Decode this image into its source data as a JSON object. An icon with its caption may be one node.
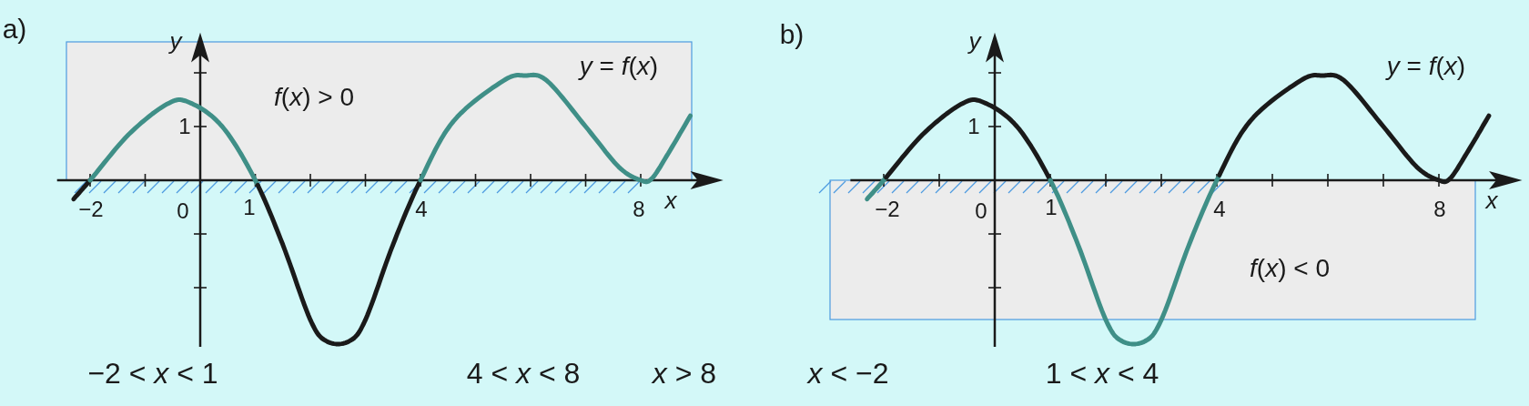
{
  "diagram": {
    "labels": [
      "a)",
      "*y*",
      "*y* = *f*(*x*)",
      "*f*(*x*) > 0",
      "1",
      "−2",
      "0",
      "1",
      "4",
      "8",
      "*x*",
      "b)",
      "*y*",
      "*y* = *f*(*x*)",
      "1",
      "−2",
      "0",
      "1",
      "4",
      "8",
      "*x*",
      "*f*(*x*) < 0",
      "−2 < *x* < 1",
      "4 < *x* < 8",
      "*x* > 8",
      "*x* < −2",
      "1 < *x* < 4"
    ]
  }
}
